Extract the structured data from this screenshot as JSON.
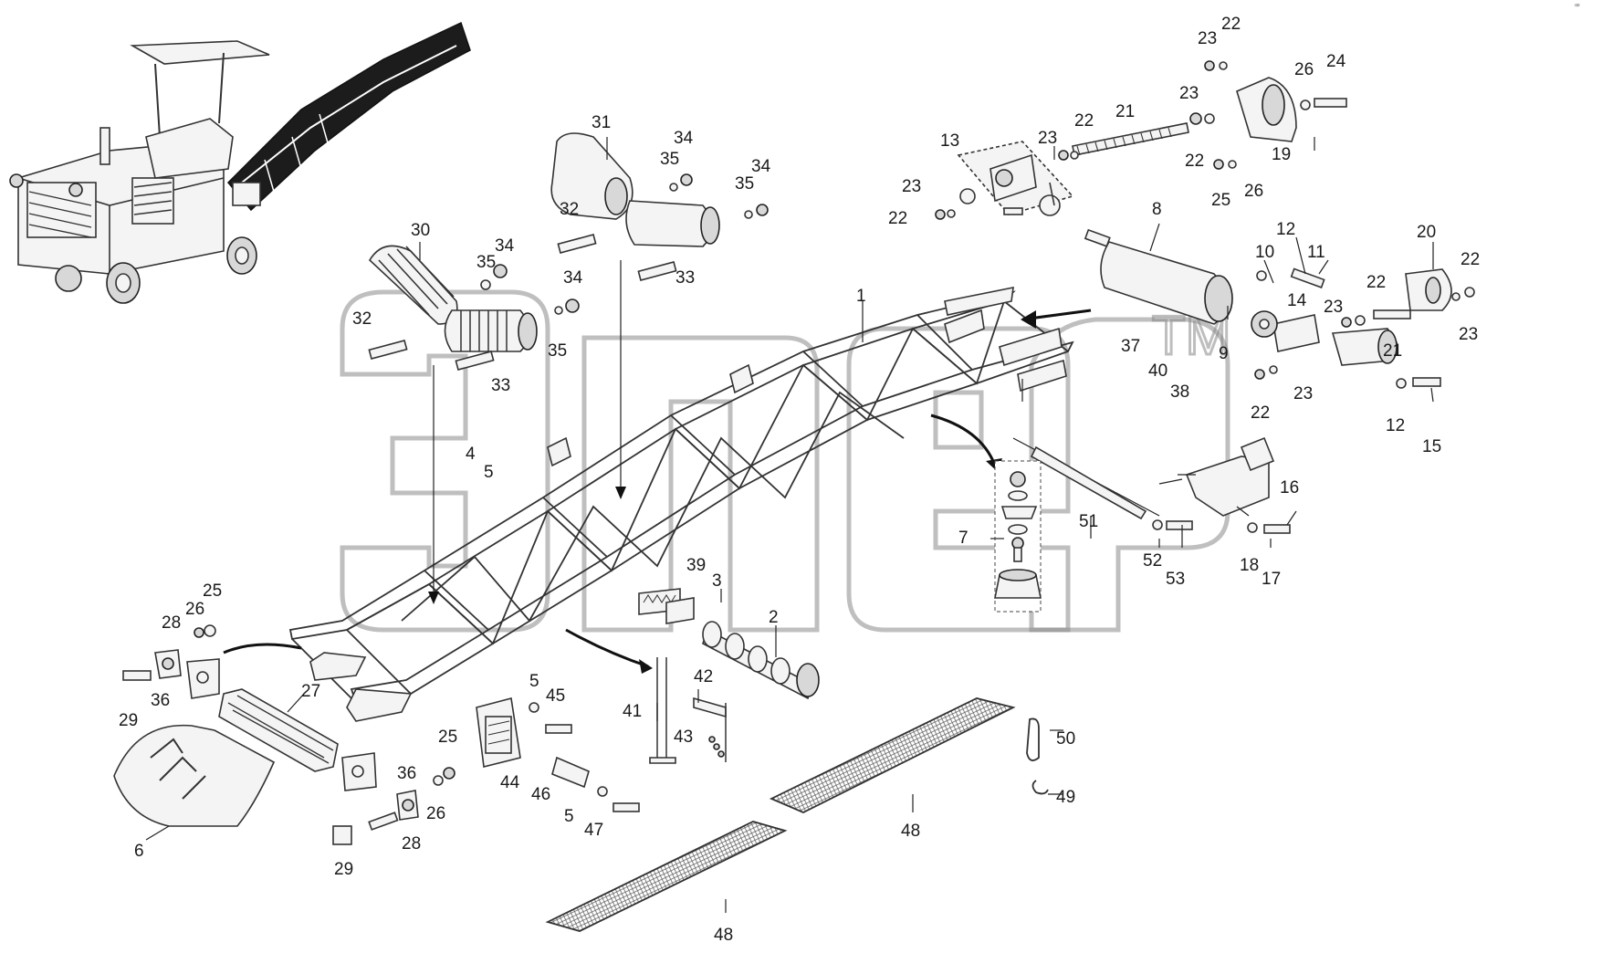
{
  "diagram": {
    "watermark": {
      "letters": "эпс",
      "mark": "TM"
    },
    "corner_mark": "ꟹ",
    "callouts": {
      "c1": "1",
      "c2": "2",
      "c3": "3",
      "c4": "4",
      "c5a": "5",
      "c5b": "5",
      "c5c": "5",
      "c6": "6",
      "c7": "7",
      "c8": "8",
      "c9": "9",
      "c10": "10",
      "c11": "11",
      "c12a": "12",
      "c12b": "12",
      "c13": "13",
      "c14": "14",
      "c15": "15",
      "c16": "16",
      "c17": "17",
      "c18": "18",
      "c19": "19",
      "c20": "20",
      "c21a": "21",
      "c21b": "21",
      "c22a": "22",
      "c22b": "22",
      "c22c": "22",
      "c22d": "22",
      "c22e": "22",
      "c22f": "22",
      "c22g": "22",
      "c23a": "23",
      "c23b": "23",
      "c23c": "23",
      "c23d": "23",
      "c23e": "23",
      "c23f": "23",
      "c23g": "23",
      "c24": "24",
      "c25a": "25",
      "c25b": "25",
      "c25c": "25",
      "c26a": "26",
      "c26b": "26",
      "c26c": "26",
      "c26d": "26",
      "c27": "27",
      "c28a": "28",
      "c28b": "28",
      "c29a": "29",
      "c29b": "29",
      "c30": "30",
      "c31": "31",
      "c32a": "32",
      "c32b": "32",
      "c33a": "33",
      "c33b": "33",
      "c34a": "34",
      "c34b": "34",
      "c34c": "34",
      "c34d": "34",
      "c35a": "35",
      "c35b": "35",
      "c35c": "35",
      "c35d": "35",
      "c36a": "36",
      "c36b": "36",
      "c37": "37",
      "c38": "38",
      "c39": "39",
      "c40": "40",
      "c41": "41",
      "c42": "42",
      "c43": "43",
      "c44": "44",
      "c45": "45",
      "c46": "46",
      "c47": "47",
      "c48a": "48",
      "c48b": "48",
      "c49": "49",
      "c50": "50",
      "c51": "51",
      "c52": "52",
      "c53": "53"
    }
  }
}
